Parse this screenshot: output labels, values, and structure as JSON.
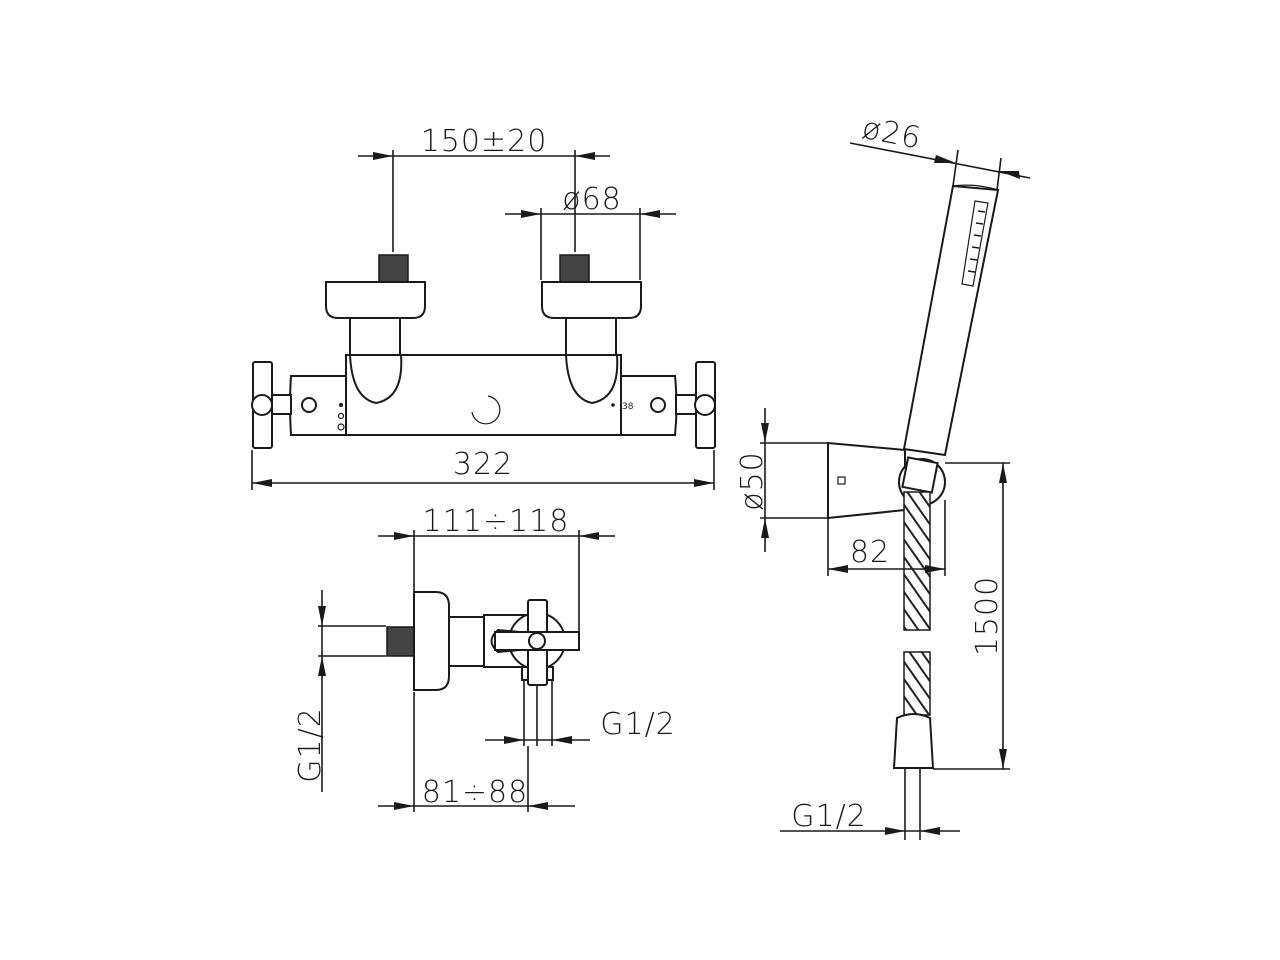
{
  "front_view": {
    "dim_center_distance": "150±20",
    "dim_cap_diameter": "ø68",
    "dim_total_width": "322",
    "temperature_mark": "38"
  },
  "side_view": {
    "dim_depth": "111÷118",
    "dim_inlet_thread": "G1/2",
    "dim_outlet_thread": "G1/2",
    "dim_outlet_offset": "81÷88"
  },
  "hand_shower": {
    "dim_handle_diameter": "ø26",
    "dim_holder_diameter": "ø50",
    "dim_holder_depth": "82",
    "dim_hose_length": "1500",
    "dim_hose_thread": "G1/2"
  },
  "colors": {
    "line": "#1a1a1a",
    "background": "#ffffff"
  }
}
